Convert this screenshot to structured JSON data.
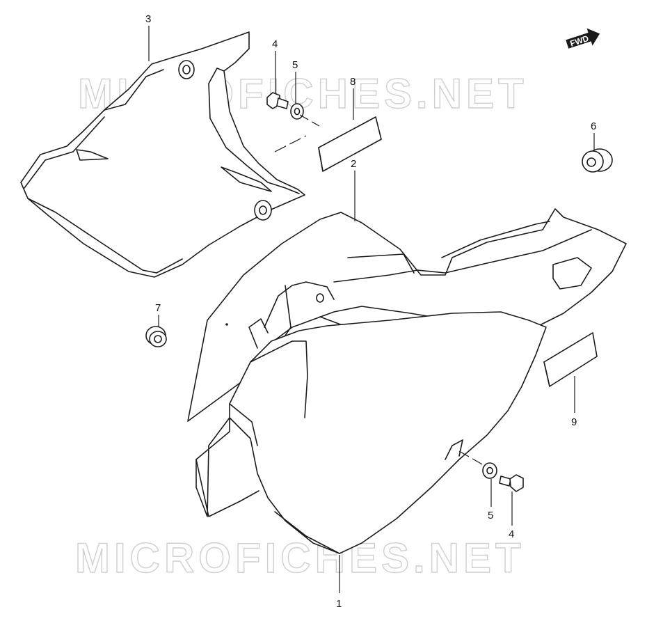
{
  "diagram": {
    "watermark_text": "MICROFICHES.NET",
    "direction_badge": "FWD",
    "callouts": [
      {
        "id": "c1",
        "label": "1"
      },
      {
        "id": "c2",
        "label": "2"
      },
      {
        "id": "c3",
        "label": "3"
      },
      {
        "id": "c4a",
        "label": "4"
      },
      {
        "id": "c4b",
        "label": "4"
      },
      {
        "id": "c5a",
        "label": "5"
      },
      {
        "id": "c5b",
        "label": "5"
      },
      {
        "id": "c6",
        "label": "6"
      },
      {
        "id": "c7",
        "label": "7"
      },
      {
        "id": "c8",
        "label": "8"
      },
      {
        "id": "c9",
        "label": "9"
      }
    ]
  }
}
